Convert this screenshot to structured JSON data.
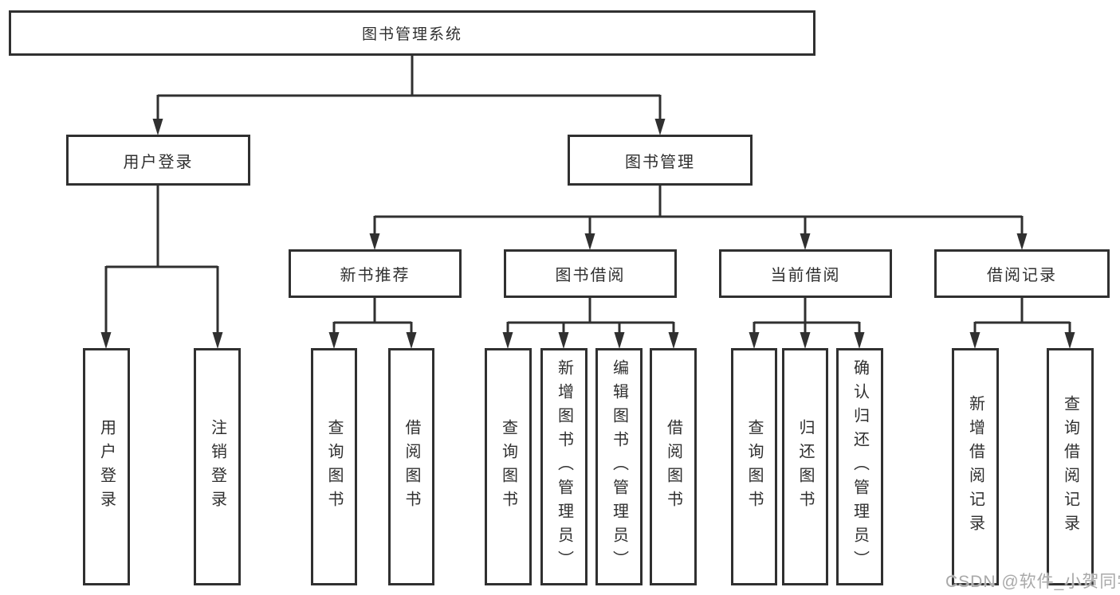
{
  "tree": {
    "label": "图书管理系统",
    "children": [
      {
        "label": "用户登录",
        "children": [
          {
            "label": "用户登录"
          },
          {
            "label": "注销登录"
          }
        ]
      },
      {
        "label": "图书管理",
        "children": [
          {
            "label": "新书推荐",
            "children": [
              {
                "label": "查询图书"
              },
              {
                "label": "借阅图书"
              }
            ]
          },
          {
            "label": "图书借阅",
            "children": [
              {
                "label": "查询图书"
              },
              {
                "label": "新增图书（管理员）"
              },
              {
                "label": "编辑图书（管理员）"
              },
              {
                "label": "借阅图书"
              }
            ]
          },
          {
            "label": "当前借阅",
            "children": [
              {
                "label": "查询图书"
              },
              {
                "label": "归还图书"
              },
              {
                "label": "确认归还（管理员）"
              }
            ]
          },
          {
            "label": "借阅记录",
            "children": [
              {
                "label": "新增借阅记录"
              },
              {
                "label": "查询借阅记录"
              }
            ]
          }
        ]
      }
    ]
  },
  "watermark": {
    "text": "CSDN @软件_小贺同学"
  },
  "colors": {
    "line": "#303030",
    "box_border": "#303030",
    "box_bg": "#ffffff",
    "text": "#2f2f2f",
    "watermark": "#a9a9a9"
  }
}
